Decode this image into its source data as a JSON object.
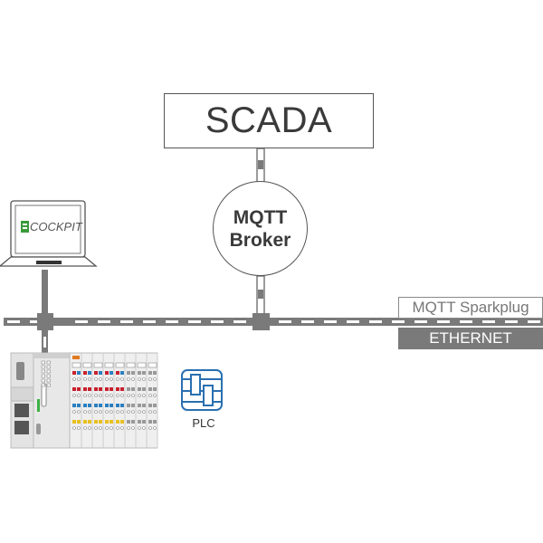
{
  "diagram": {
    "scada": {
      "label": "SCADA"
    },
    "broker": {
      "line1": "MQTT",
      "line2": "Broker"
    },
    "legend": {
      "sparkplug": "MQTT Sparkplug",
      "ethernet": "ETHERNET"
    },
    "laptop": {
      "app_label": "COCKPIT"
    },
    "plc": {
      "label": "PLC"
    },
    "colors": {
      "line": "#7a7a7a",
      "border": "#555555",
      "plc_icon": "#2a6fb0",
      "cockpit_green": "#3a9a3a"
    }
  }
}
